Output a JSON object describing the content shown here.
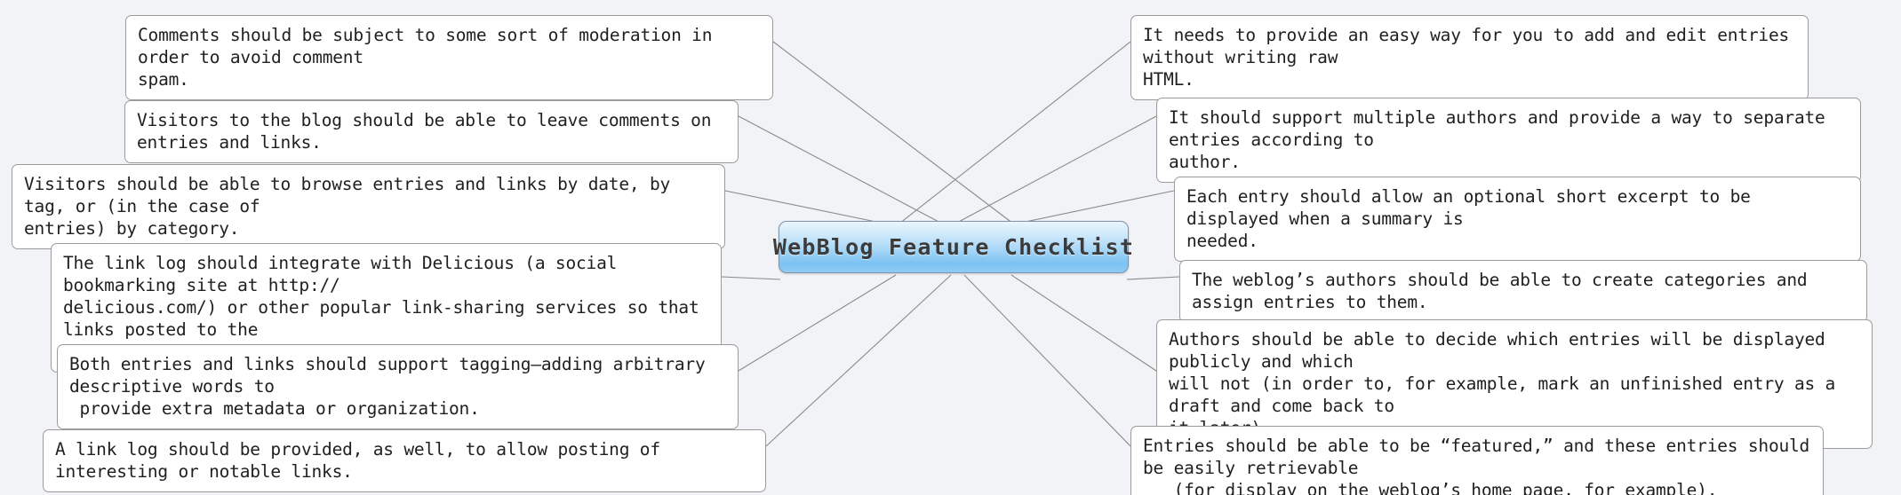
{
  "diagram": {
    "type": "mind-map",
    "background_color": "#f1f3f7",
    "node_fill": "#ffffff",
    "node_border_color": "#9b9b9b",
    "edge_color": "#8a8a8a",
    "hub": {
      "label": "WebBlog Feature Checklist",
      "accent_color": "#7cc2f2",
      "border_color": "#7d94a8"
    },
    "left_nodes": [
      {
        "text": "Comments should be subject to some sort of moderation in order to avoid comment\nspam."
      },
      {
        "text": "Visitors to the blog should be able to leave comments on entries and links."
      },
      {
        "text": "Visitors should be able to browse entries and links by date, by tag, or (in the case of\nentries) by category."
      },
      {
        "text": "The link log should integrate with Delicious (a social bookmarking site at http://\ndelicious.com/) or other popular link-sharing services so that links posted to the\nweblog automatically show up on the service as well."
      },
      {
        "text": "Both entries and links should support tagging–adding arbitrary descriptive words to\n provide extra metadata or organization."
      },
      {
        "text": "A link log should be provided, as well, to allow posting of interesting or notable links."
      }
    ],
    "right_nodes": [
      {
        "text": "It needs to provide an easy way for you to add and edit entries without writing raw\nHTML."
      },
      {
        "text": "It should support multiple authors and provide a way to separate entries according to\nauthor."
      },
      {
        "text": "Each entry should allow an optional short excerpt to be displayed when a summary is\nneeded."
      },
      {
        "text": "The weblog’s authors should be able to create categories and assign entries to them."
      },
      {
        "text": "Authors should be able to decide which entries will be displayed publicly and which\nwill not (in order to, for example, mark an unfinished entry as a draft and come back to\nit later)."
      },
      {
        "text": "Entries should be able to be “featured,” and these entries should be easily retrievable\n   (for display on the weblog’s home page, for example)."
      }
    ]
  }
}
